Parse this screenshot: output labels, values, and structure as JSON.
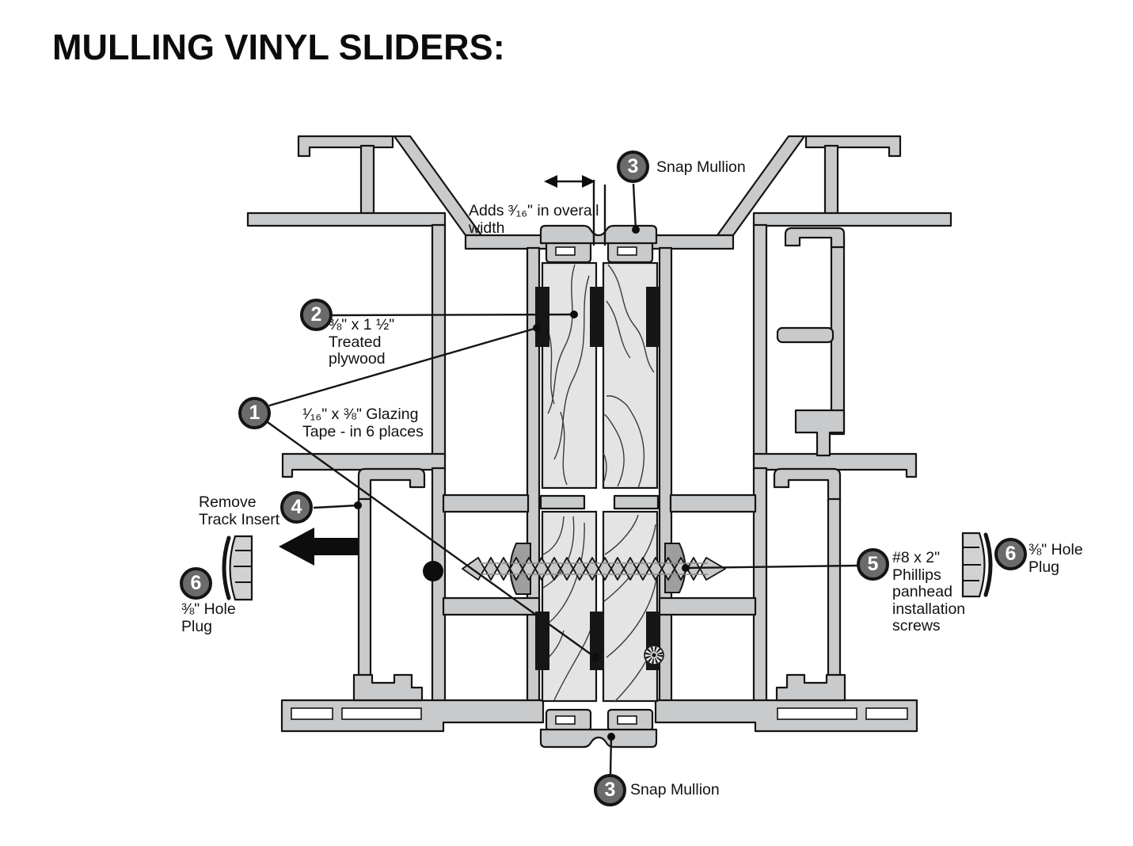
{
  "title": "MULLING VINYL SLIDERS:",
  "labels": {
    "snap_mullion_top": "Snap Mullion",
    "width_note": "Adds ³⁄₁₆\" in overall\nwidth",
    "treated_plywood": "⅜\" x 1 ½\"\nTreated\nplywood",
    "glazing_tape": "¹⁄₁₆\" x ⅜\" Glazing\nTape - in 6 places",
    "remove_track_insert": "Remove\nTrack Insert",
    "hole_plug_left": "⅜\" Hole\nPlug",
    "installation_screws": "#8 x 2\"\nPhillips\npanhead\ninstallation\nscrews",
    "hole_plug_right": "⅜\" Hole\nPlug",
    "snap_mullion_bottom": "Snap Mullion"
  },
  "callouts": {
    "c1": "1",
    "c2": "2",
    "c3": "3",
    "c4": "4",
    "c5": "5",
    "c6": "6"
  },
  "colors": {
    "background": "#ffffff",
    "frame_gray": "#c8cacb",
    "plywood_gray": "#e4e4e4",
    "tape_black": "#161616",
    "callout_gray": "#6b6b6b",
    "ink": "#141414"
  }
}
